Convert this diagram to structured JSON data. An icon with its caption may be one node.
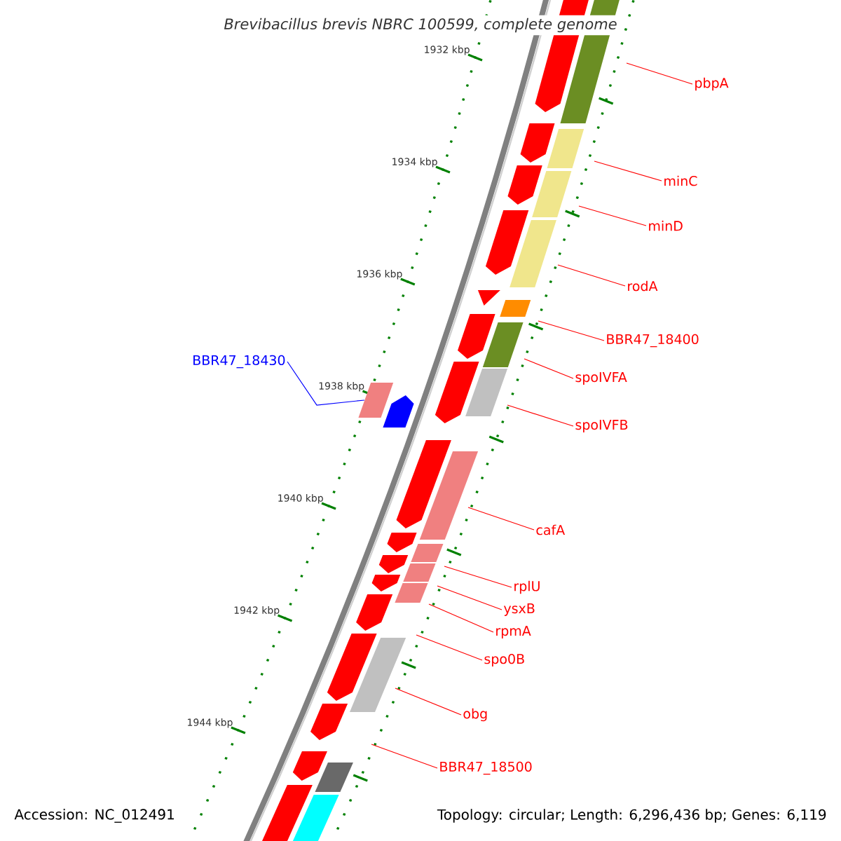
{
  "diagram": {
    "title": "Brevibacillus brevis NBRC 100599, complete genome",
    "nodes": [
      {
        "text": [
          "pbpA"
        ]
      },
      {
        "text": [
          "minC"
        ]
      },
      {
        "text": [
          "minD"
        ]
      },
      {
        "text": [
          "rodA"
        ]
      },
      {
        "text": [
          "BBR47_18400"
        ]
      },
      {
        "text": [
          "BBR47_18430"
        ]
      },
      {
        "text": [
          "spoIVFA"
        ]
      },
      {
        "text": [
          "spoIVFB"
        ]
      },
      {
        "text": [
          "cafA"
        ]
      },
      {
        "text": [
          "rplU"
        ]
      },
      {
        "text": [
          "ysxB"
        ]
      },
      {
        "text": [
          "rpmA"
        ]
      },
      {
        "text": [
          "spo0B"
        ]
      },
      {
        "text": [
          "obg"
        ]
      },
      {
        "text": [
          "BBR47_18500"
        ]
      },
      {
        "text": [],
        "shape": "bar"
      }
    ],
    "edges": [
      {
        "from": 0,
        "to": null,
        "arrow": "none"
      },
      {
        "from": 1,
        "to": null,
        "arrow": "none"
      },
      {
        "from": 2,
        "to": null,
        "arrow": "none"
      },
      {
        "from": 3,
        "to": null,
        "arrow": "none"
      },
      {
        "from": 4,
        "to": null,
        "arrow": "none"
      },
      {
        "from": 5,
        "to": 15,
        "arrow": "none",
        "color": "#0000ff"
      },
      {
        "from": 6,
        "to": null,
        "arrow": "none"
      },
      {
        "from": 7,
        "to": null,
        "arrow": "none"
      },
      {
        "from": 8,
        "to": null,
        "arrow": "none"
      },
      {
        "from": 9,
        "to": null,
        "arrow": "none"
      },
      {
        "from": 10,
        "to": null,
        "arrow": "none"
      },
      {
        "from": 11,
        "to": null,
        "arrow": "none"
      },
      {
        "from": 12,
        "to": null,
        "arrow": "none"
      },
      {
        "from": 13,
        "to": null,
        "arrow": "none"
      },
      {
        "from": 14,
        "to": null,
        "arrow": "none"
      }
    ],
    "labels": [
      "1932 kbp",
      "1934 kbp",
      "1936 kbp",
      "1938 kbp",
      "1940 kbp",
      "1942 kbp",
      "1944 kbp",
      "Accession: NC_012491",
      "Topology: circular; Length: 6,296,436 bp; Genes: 6,119"
    ]
  }
}
